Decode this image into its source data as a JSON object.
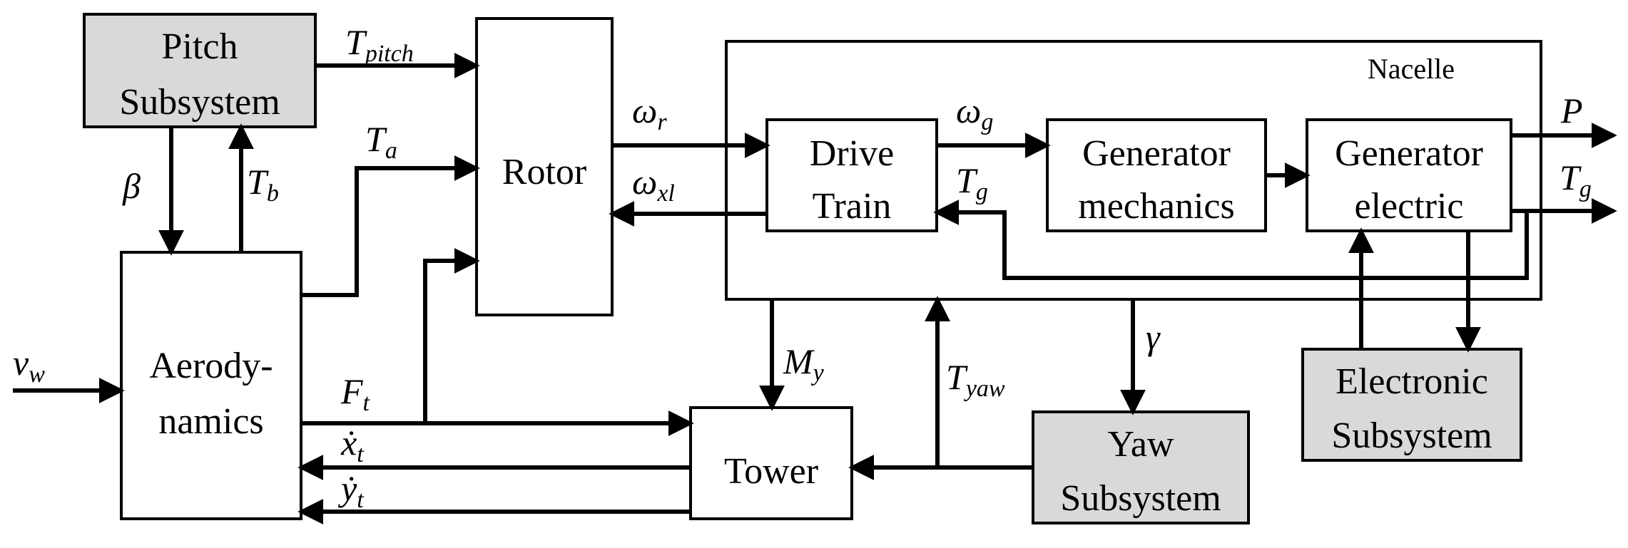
{
  "colors": {
    "line": "#000000",
    "block_fill": "#ffffff",
    "subsystem_fill": "#d9d9d9"
  },
  "blocks": {
    "pitch": {
      "line1": "Pitch",
      "line2": "Subsystem"
    },
    "rotor": {
      "label": "Rotor"
    },
    "nacelle": {
      "label": "Nacelle"
    },
    "drive": {
      "line1": "Drive",
      "line2": "Train"
    },
    "gen_mech": {
      "line1": "Generator",
      "line2": "mechanics"
    },
    "gen_elec": {
      "line1": "Generator",
      "line2": "electric"
    },
    "aero": {
      "line1": "Aerody-",
      "line2": "namics"
    },
    "tower": {
      "label": "Tower"
    },
    "yaw": {
      "line1": "Yaw",
      "line2": "Subsystem"
    },
    "electronic": {
      "line1": "Electronic",
      "line2": "Subsystem"
    }
  },
  "signals": {
    "t_pitch": {
      "sym": "T",
      "sub": "pitch"
    },
    "t_a": {
      "sym": "T",
      "sub": "a"
    },
    "t_b": {
      "sym": "T",
      "sub": "b"
    },
    "beta": {
      "sym": "β"
    },
    "omega_r": {
      "sym": "ω",
      "sub": "r"
    },
    "omega_xl": {
      "sym": "ω",
      "sub": "xl"
    },
    "omega_g": {
      "sym": "ω",
      "sub": "g"
    },
    "t_g_inner": {
      "sym": "T",
      "sub": "g"
    },
    "p_out": {
      "sym": "P"
    },
    "t_g_out": {
      "sym": "T",
      "sub": "g"
    },
    "v_w": {
      "sym": "v",
      "sub": "w"
    },
    "f_t": {
      "sym": "F",
      "sub": "t"
    },
    "x_t": {
      "sym": "ẋ",
      "sub": "t"
    },
    "y_t": {
      "sym": "ẏ",
      "sub": "t"
    },
    "m_y": {
      "sym": "M",
      "sub": "y"
    },
    "t_yaw": {
      "sym": "T",
      "sub": "yaw"
    },
    "gamma": {
      "sym": "γ"
    }
  }
}
